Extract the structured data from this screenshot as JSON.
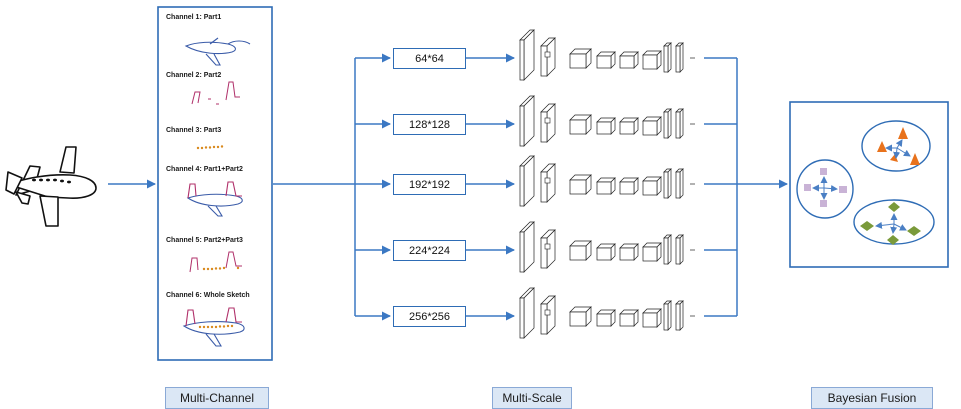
{
  "multi_channel": {
    "channels": [
      "Channel 1:  Part1",
      "Channel 2:  Part2",
      "Channel 3:  Part3",
      "Channel 4:  Part1+Part2",
      "Channel 5:  Part2+Part3",
      "Channel 6:  Whole Sketch"
    ]
  },
  "multi_scale": {
    "scales": [
      "64*64",
      "128*128",
      "192*192",
      "224*224",
      "256*256"
    ]
  },
  "footers": {
    "multi_channel": "Multi-Channel",
    "multi_scale": "Multi-Scale",
    "bayesian_fusion": "Bayesian Fusion"
  },
  "colors": {
    "arrow": "#3b78c3",
    "box_border": "#2e6cb5",
    "footer_bg": "#dbe7f5",
    "part1_stroke": "#3a5ba8",
    "part2_stroke": "#b0306a",
    "part3_dots": "#d98a1e",
    "cluster_orange": "#e8721c",
    "cluster_purple": "#c9b3d6",
    "cluster_green": "#7a9a3a"
  }
}
